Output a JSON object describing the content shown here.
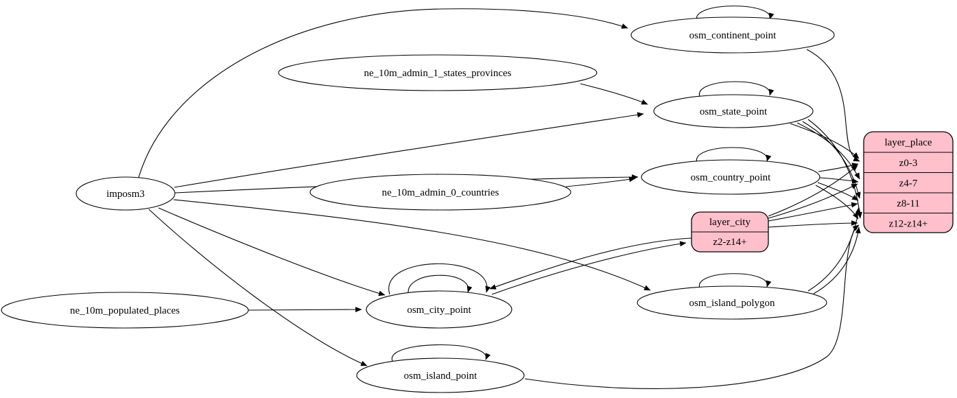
{
  "diagram": {
    "type": "graphviz-etl-graph",
    "background": "#ffffff",
    "record_fill": "#ffc0cb",
    "stroke_color": "#000000",
    "nodes": {
      "imposm3": {
        "label": "imposm3",
        "shape": "ellipse"
      },
      "ne_10m_admin_1_states_provinces": {
        "label": "ne_10m_admin_1_states_provinces",
        "shape": "ellipse"
      },
      "ne_10m_admin_0_countries": {
        "label": "ne_10m_admin_0_countries",
        "shape": "ellipse"
      },
      "ne_10m_populated_places": {
        "label": "ne_10m_populated_places",
        "shape": "ellipse"
      },
      "osm_continent_point": {
        "label": "osm_continent_point",
        "shape": "ellipse",
        "self_loops": 1
      },
      "osm_state_point": {
        "label": "osm_state_point",
        "shape": "ellipse",
        "self_loops": 1
      },
      "osm_country_point": {
        "label": "osm_country_point",
        "shape": "ellipse",
        "self_loops": 1
      },
      "osm_city_point": {
        "label": "osm_city_point",
        "shape": "ellipse",
        "self_loops": 2
      },
      "osm_island_polygon": {
        "label": "osm_island_polygon",
        "shape": "ellipse",
        "self_loops": 1
      },
      "osm_island_point": {
        "label": "osm_island_point",
        "shape": "ellipse",
        "self_loops": 1
      }
    },
    "records": {
      "layer_place": {
        "title": "layer_place",
        "rows": [
          "z0-3",
          "z4-7",
          "z8-11",
          "z12-z14+"
        ]
      },
      "layer_city": {
        "title": "layer_city",
        "rows": [
          "z2-z14+"
        ]
      }
    },
    "edges": [
      {
        "from": "imposm3",
        "to": "osm_continent_point"
      },
      {
        "from": "imposm3",
        "to": "osm_state_point"
      },
      {
        "from": "imposm3",
        "to": "osm_country_point"
      },
      {
        "from": "imposm3",
        "to": "osm_city_point"
      },
      {
        "from": "imposm3",
        "to": "osm_island_polygon"
      },
      {
        "from": "imposm3",
        "to": "osm_island_point"
      },
      {
        "from": "ne_10m_admin_1_states_provinces",
        "to": "osm_state_point"
      },
      {
        "from": "ne_10m_admin_0_countries",
        "to": "osm_country_point"
      },
      {
        "from": "ne_10m_populated_places",
        "to": "osm_city_point"
      },
      {
        "from": "osm_continent_point",
        "to": "osm_continent_point"
      },
      {
        "from": "osm_state_point",
        "to": "osm_state_point"
      },
      {
        "from": "osm_country_point",
        "to": "osm_country_point"
      },
      {
        "from": "osm_city_point",
        "to": "osm_city_point"
      },
      {
        "from": "osm_city_point",
        "to": "osm_city_point"
      },
      {
        "from": "osm_island_polygon",
        "to": "osm_island_polygon"
      },
      {
        "from": "osm_island_point",
        "to": "osm_island_point"
      },
      {
        "from": "osm_continent_point",
        "to": "layer_place",
        "row": "z0-3"
      },
      {
        "from": "osm_state_point",
        "to": "layer_place",
        "row": "z0-3"
      },
      {
        "from": "osm_state_point",
        "to": "layer_place",
        "row": "z4-7"
      },
      {
        "from": "osm_state_point",
        "to": "layer_place",
        "row": "z8-11"
      },
      {
        "from": "osm_state_point",
        "to": "layer_place",
        "row": "z12-z14+"
      },
      {
        "from": "osm_country_point",
        "to": "layer_place",
        "row": "z0-3"
      },
      {
        "from": "osm_country_point",
        "to": "layer_place",
        "row": "z4-7"
      },
      {
        "from": "osm_country_point",
        "to": "layer_place",
        "row": "z8-11"
      },
      {
        "from": "osm_country_point",
        "to": "layer_place",
        "row": "z12-z14+"
      },
      {
        "from": "osm_city_point",
        "to": "layer_city",
        "row": "z2-z14+"
      },
      {
        "from": "layer_city",
        "to": "osm_city_point"
      },
      {
        "from": "layer_city",
        "to": "layer_place",
        "row": "z0-3"
      },
      {
        "from": "layer_city",
        "to": "layer_place",
        "row": "z4-7"
      },
      {
        "from": "layer_city",
        "to": "layer_place",
        "row": "z8-11"
      },
      {
        "from": "layer_city",
        "to": "layer_place",
        "row": "z12-z14+"
      },
      {
        "from": "osm_island_polygon",
        "to": "layer_place",
        "row": "z8-11"
      },
      {
        "from": "osm_island_polygon",
        "to": "layer_place",
        "row": "z12-z14+"
      },
      {
        "from": "osm_island_point",
        "to": "layer_place",
        "row": "z12-z14+"
      }
    ]
  }
}
